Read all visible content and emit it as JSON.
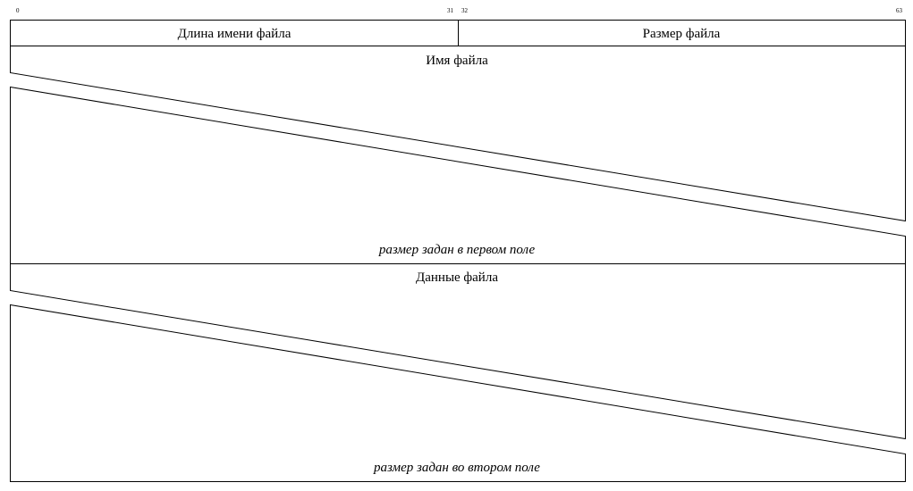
{
  "bits": {
    "start_first": "0",
    "end_first": "31",
    "start_second": "32",
    "end_second": "63"
  },
  "header_row": {
    "name_length_label": "Длина имени файла",
    "file_size_label": "Размер файла"
  },
  "file_name_block": {
    "title": "Имя файла",
    "note": "размер задан в первом поле"
  },
  "file_data_block": {
    "title": "Данные файла",
    "note": "размер задан во втором поле"
  }
}
